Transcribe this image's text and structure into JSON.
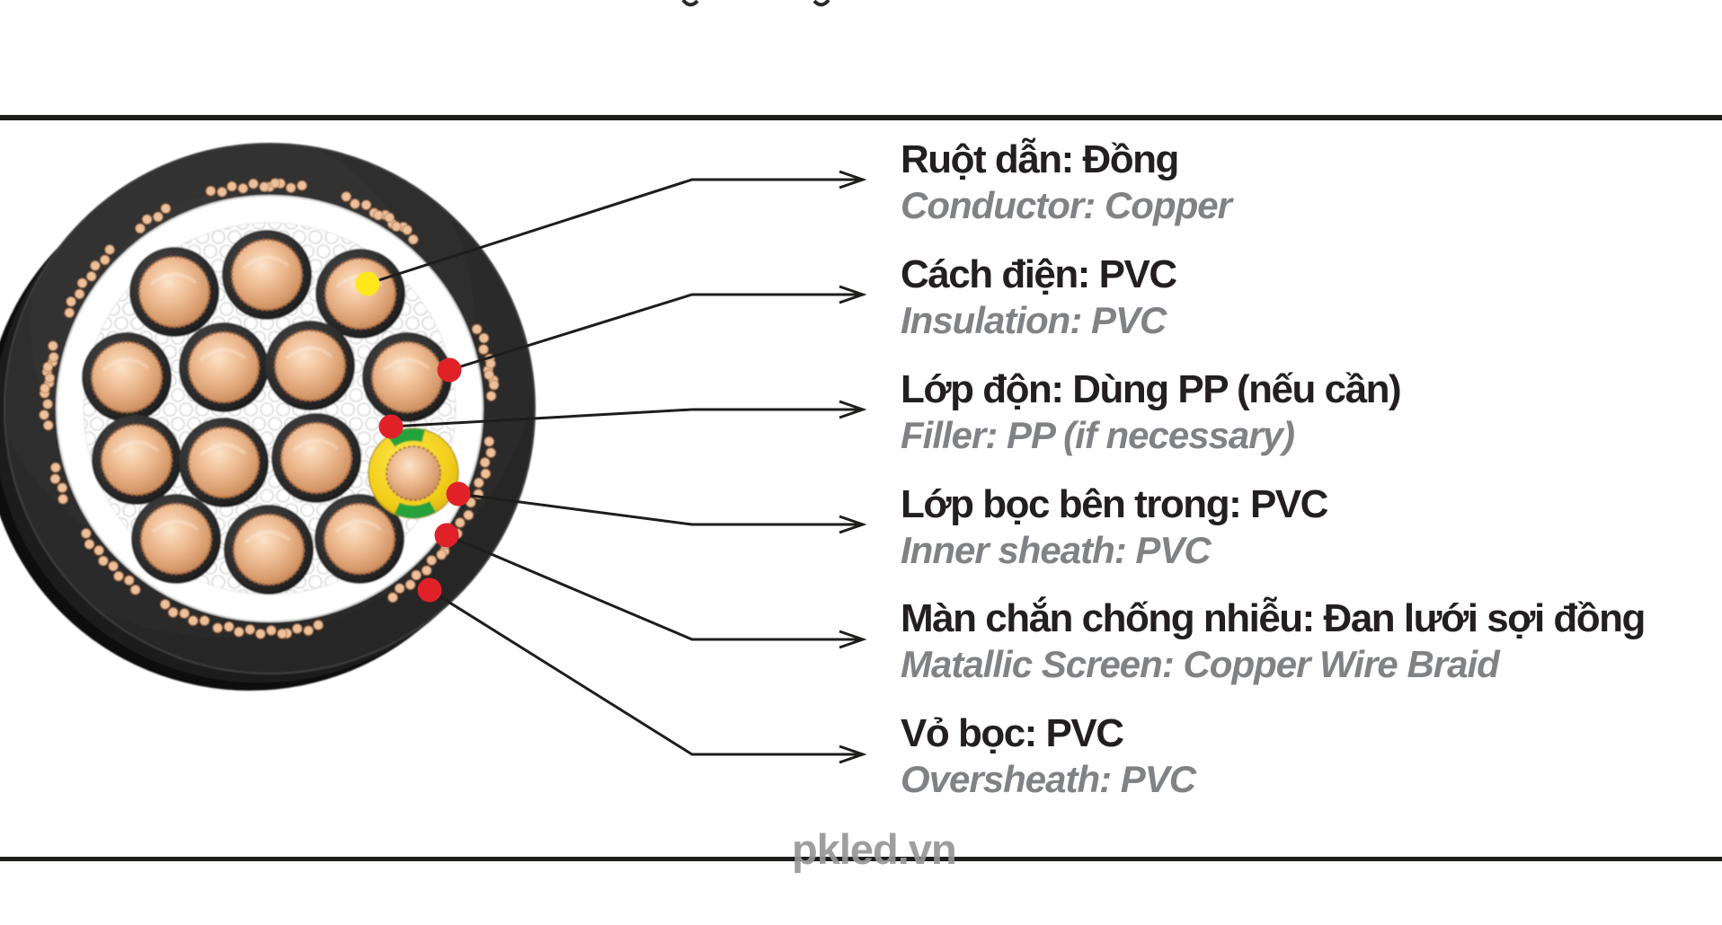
{
  "watermark": "pkled.vn",
  "labels": [
    {
      "vi": "Ruột dẫn: Đồng",
      "en": "Conductor: Copper"
    },
    {
      "vi": "Cách điện: PVC",
      "en": "Insulation: PVC"
    },
    {
      "vi": "Lớp độn: Dùng PP (nếu cần)",
      "en": "Filler: PP (if necessary)"
    },
    {
      "vi": "Lớp bọc bên trong: PVC",
      "en": "Inner sheath: PVC"
    },
    {
      "vi": "Màn chắn chống nhiễu: Đan lưới sợi đồng",
      "en": "Matallic Screen: Copper Wire Braid"
    },
    {
      "vi": "Vỏ bọc: PVC",
      "en": "Oversheath: PVC"
    }
  ],
  "markers": [
    {
      "name": "conductor-marker",
      "color_key": "marker_yellow"
    },
    {
      "name": "insulation-marker",
      "color_key": "marker_red"
    },
    {
      "name": "filler-marker",
      "color_key": "marker_red"
    },
    {
      "name": "inner-sheath-marker",
      "color_key": "marker_red"
    },
    {
      "name": "metallic-screen-marker",
      "color_key": "marker_red"
    },
    {
      "name": "oversheath-marker",
      "color_key": "marker_red"
    }
  ],
  "colors": {
    "marker_yellow": "#ffe71c",
    "marker_red": "#e02128",
    "leader_line": "#1d1d1b",
    "rule": "#1d1d1b",
    "oversheath": "#262626",
    "inner_sheath": "#ffffff",
    "copper_light": "#fbe3c8",
    "copper_mid": "#eebb8f",
    "copper_dark": "#bf7c4e",
    "braid_dot": "#eec19b",
    "earth_yellow": "#f2ce1b",
    "earth_green": "#26a23c",
    "title_text": "#231f20",
    "subtitle_text": "#808285",
    "watermark_gray": "#969696"
  }
}
